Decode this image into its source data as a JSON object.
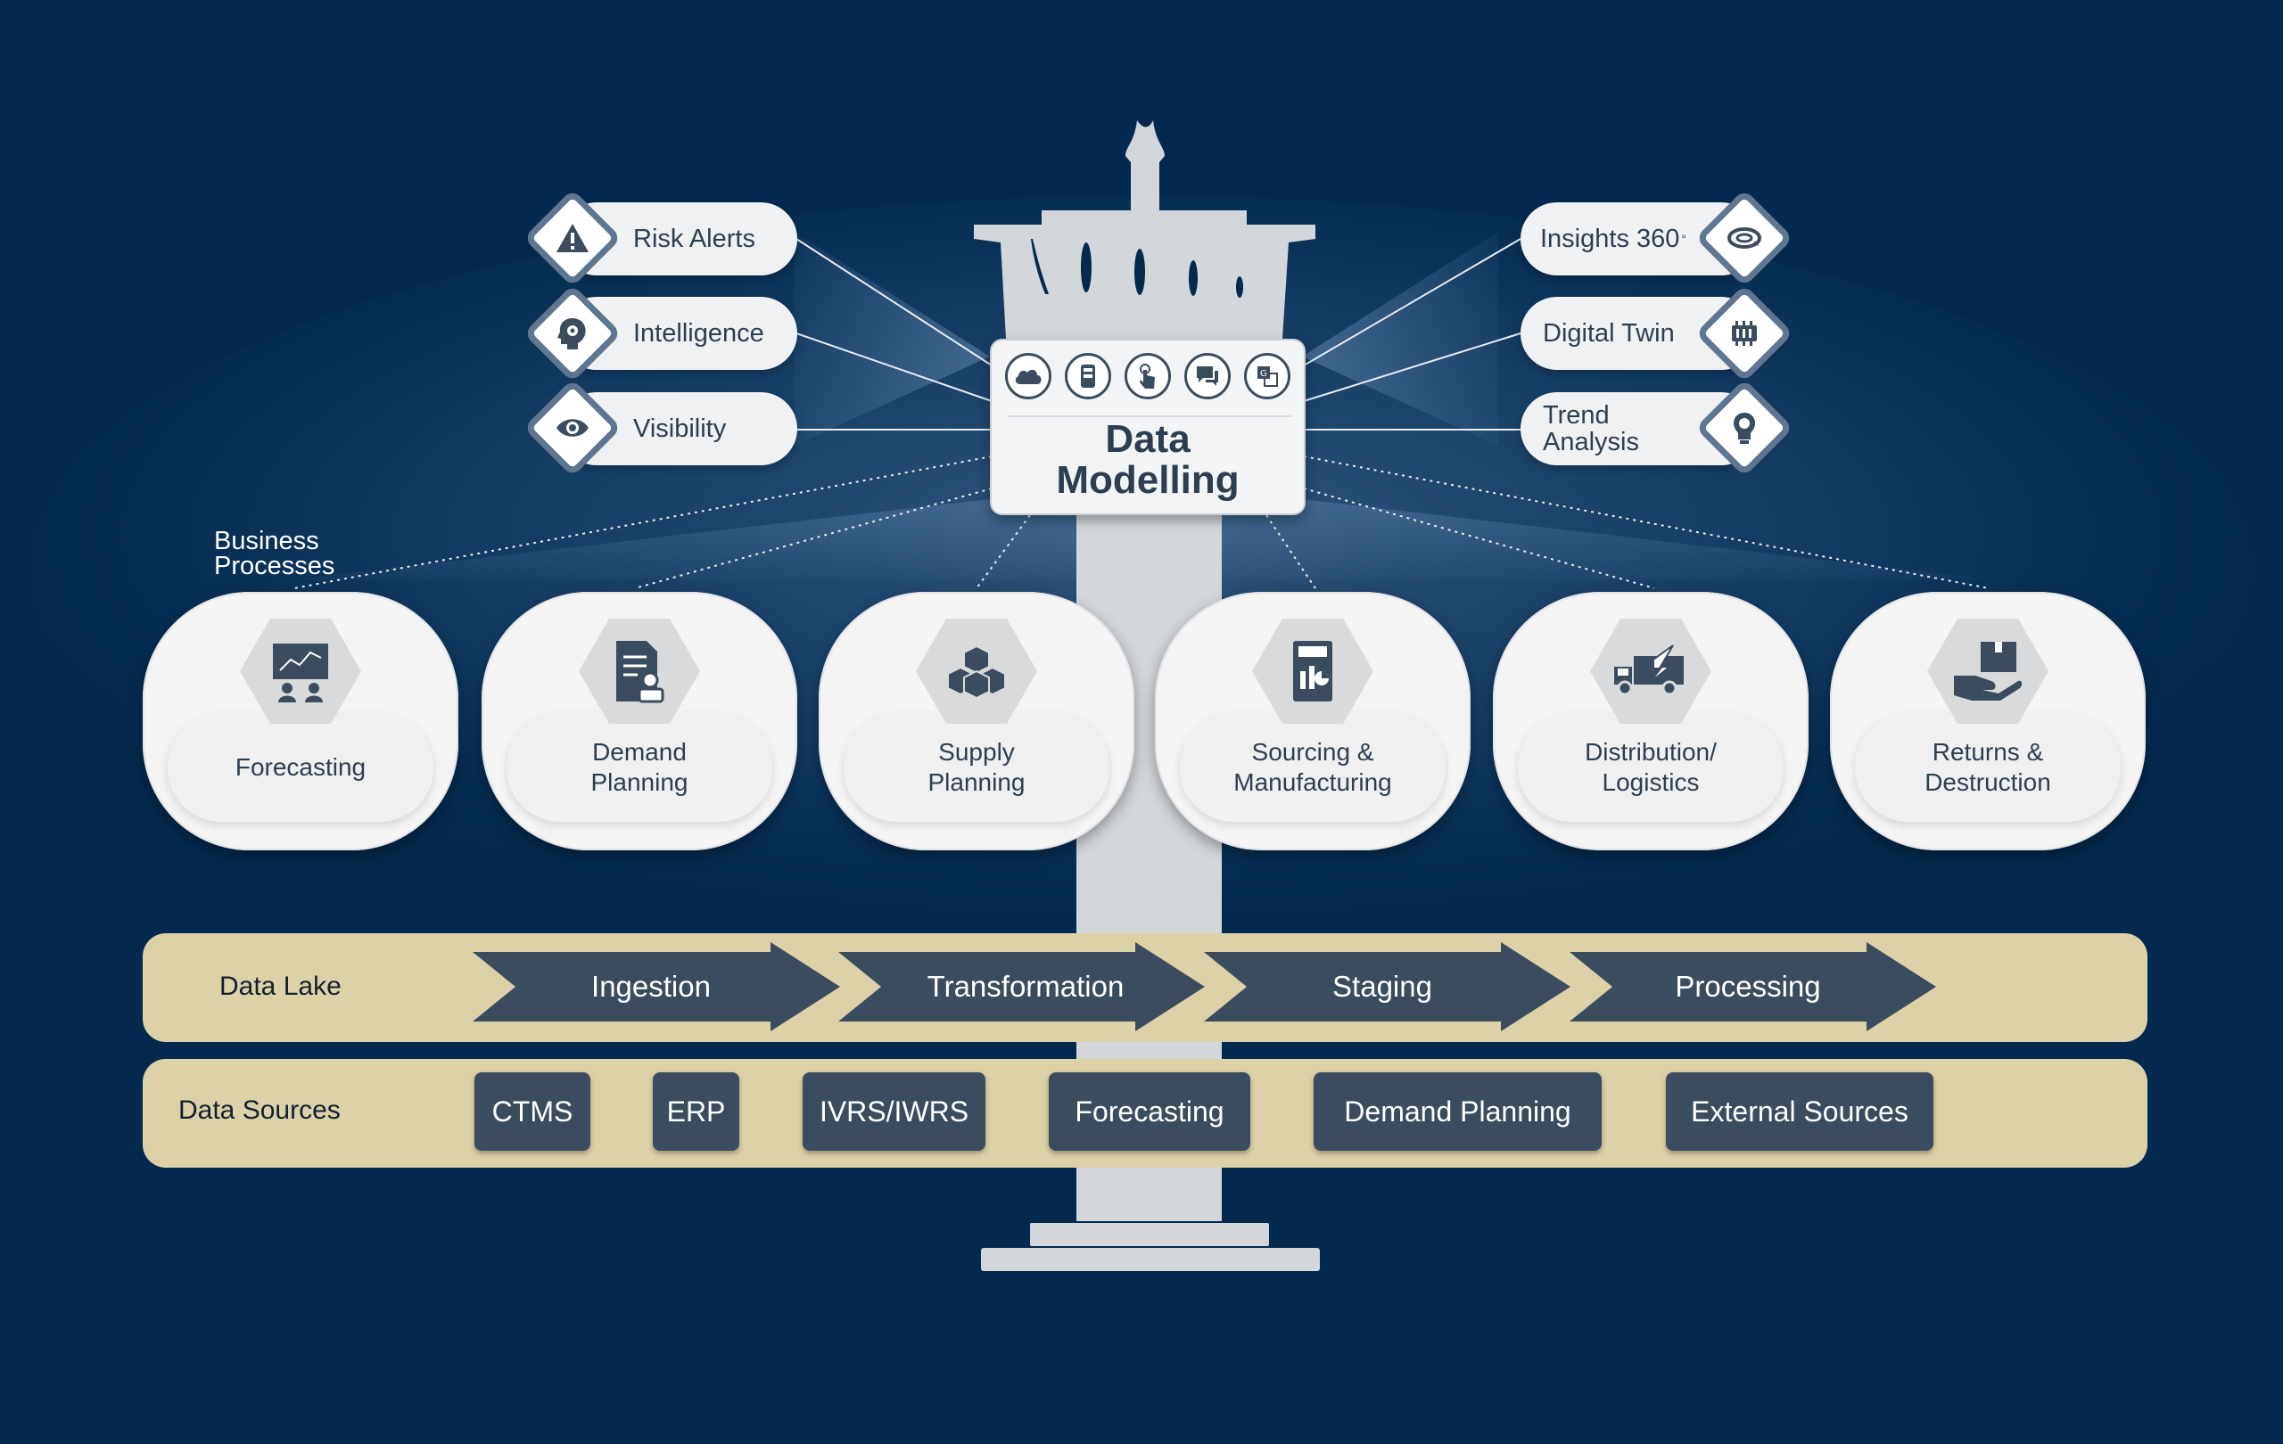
{
  "colors": {
    "background": "#032a4e",
    "panel": "#f0f1f3",
    "band": "#ddd1a8",
    "dark_slate": "#3b4c5e",
    "diamond_border": "#5f7690"
  },
  "tower": {
    "title_line1": "Data",
    "title_line2": "Modelling",
    "icons": [
      "cloud-icon",
      "mobile-data-icon",
      "touch-icon",
      "chat-icon",
      "translate-icon"
    ]
  },
  "left_features": [
    {
      "label": "Risk Alerts",
      "icon": "warning-icon"
    },
    {
      "label": "Intelligence",
      "icon": "brain-gear-icon"
    },
    {
      "label": "Visibility",
      "icon": "eye-icon"
    }
  ],
  "right_features": [
    {
      "label": "Insights 360",
      "superscript": "°",
      "icon": "rotate-360-icon"
    },
    {
      "label": "Digital Twin",
      "icon": "chip-icon"
    },
    {
      "label_line1": "Trend",
      "label_line2": "Analysis",
      "icon": "lightbulb-head-icon"
    }
  ],
  "business_processes": {
    "heading_line1": "Business",
    "heading_line2": "Processes",
    "items": [
      {
        "label": "Forecasting",
        "icon": "presentation-icon"
      },
      {
        "label": "Demand\nPlanning",
        "icon": "document-user-icon"
      },
      {
        "label": "Supply\nPlanning",
        "icon": "boxes-icon"
      },
      {
        "label": "Sourcing &\nManufacturing",
        "icon": "calculator-icon"
      },
      {
        "label": "Distribution/\nLogistics",
        "icon": "delivery-truck-icon"
      },
      {
        "label": "Returns &\nDestruction",
        "icon": "hand-box-icon"
      }
    ]
  },
  "data_lake": {
    "label": "Data Lake",
    "stages": [
      "Ingestion",
      "Transformation",
      "Staging",
      "Processing"
    ]
  },
  "data_sources": {
    "label": "Data Sources",
    "items": [
      "CTMS",
      "ERP",
      "IVRS/IWRS",
      "Forecasting",
      "Demand Planning",
      "External Sources"
    ]
  }
}
